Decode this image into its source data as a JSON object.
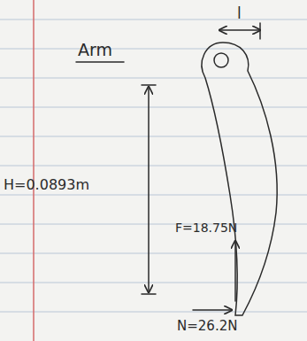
{
  "diagram": {
    "labels": [
      "Arm",
      "l",
      "H=0.0893m",
      "F=18.75N",
      "N=26.2N"
    ]
  }
}
